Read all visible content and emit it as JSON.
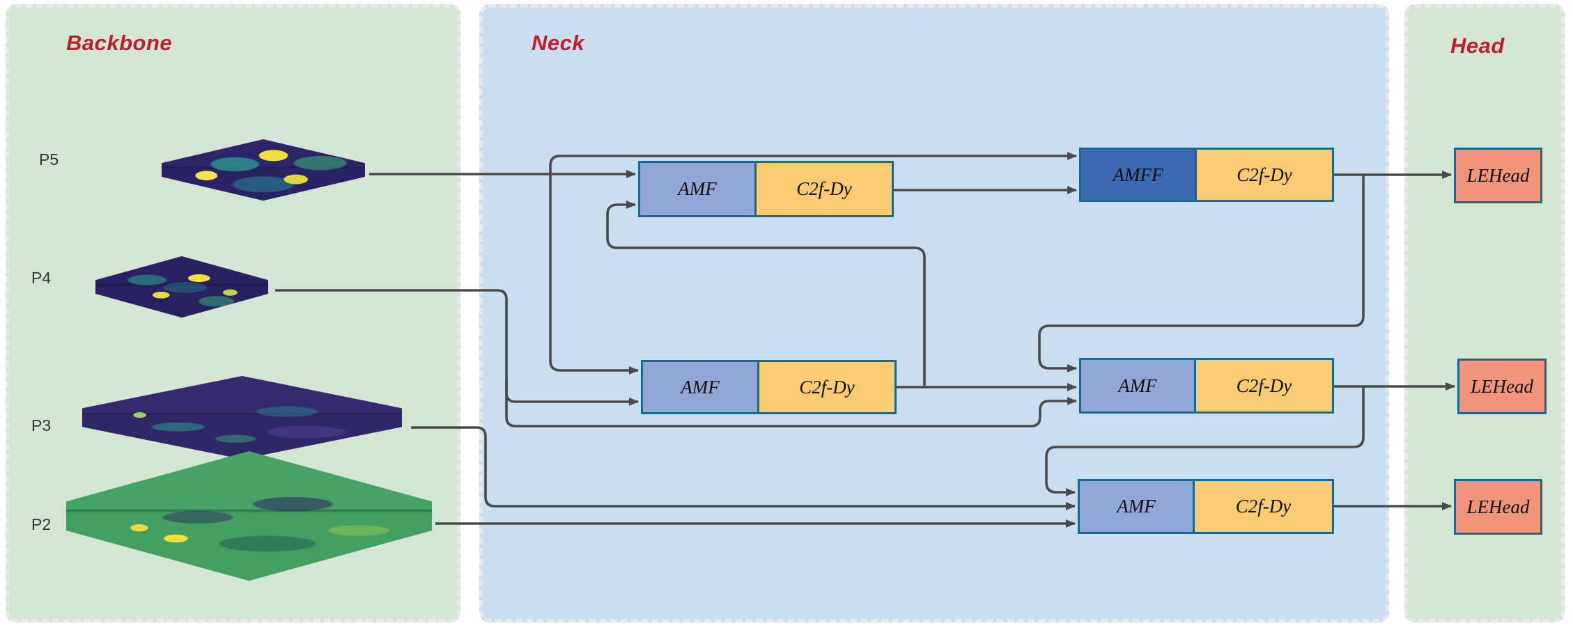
{
  "backbone": {
    "title": "Backbone",
    "levels": [
      {
        "label": "P5"
      },
      {
        "label": "P4"
      },
      {
        "label": "P3"
      },
      {
        "label": "P2"
      }
    ]
  },
  "neck": {
    "title": "Neck",
    "amf_label": "AMF",
    "amff_label": "AMFF",
    "c2f_label": "C2f-Dy"
  },
  "head": {
    "title": "Head",
    "lehead_label": "LEHead"
  },
  "colors": {
    "panel-green": "#d2e6d3",
    "panel-blue": "#c9def1",
    "amf-fill": "#92a7d7",
    "amff-fill": "#3b6ab3",
    "c2f-fill": "#fbcb74",
    "lehead-fill": "#f0957b",
    "box-border": "#17698e",
    "line": "#4a4a4a",
    "title-red": "#bf1e2c"
  }
}
